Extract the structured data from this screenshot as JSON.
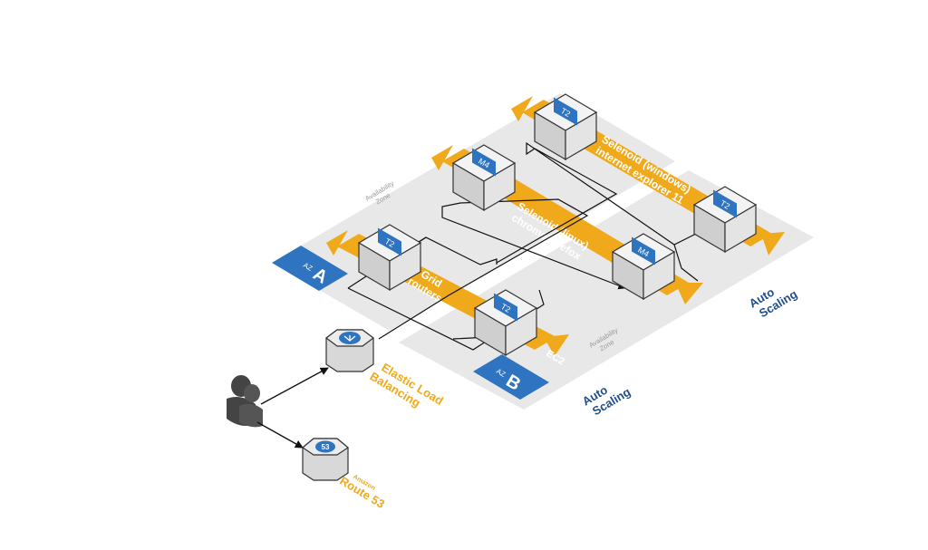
{
  "zones": [
    {
      "badge_prefix": "AZ",
      "badge_letter": "A",
      "caption_line1": "Availability",
      "caption_line2": "Zone"
    },
    {
      "badge_prefix": "AZ",
      "badge_letter": "B",
      "caption_line1": "Availability",
      "caption_line2": "Zone"
    }
  ],
  "bands": {
    "grid": {
      "line1": "Grid",
      "line2": "routers"
    },
    "linux": {
      "line1": "Selenoid (linux)",
      "line2": "chrome, firefox"
    },
    "windows": {
      "line1": "Selenoid (windows)",
      "line2": "internet explorer 11"
    }
  },
  "instances": {
    "grid_a": "T2",
    "grid_b": "T2",
    "linux_a": "M4",
    "linux_b": "M4",
    "windows_a": "T2",
    "windows_b": "T2"
  },
  "ec2_label": "EC2",
  "autoscaling": [
    {
      "line1": "Auto",
      "line2": "Scaling"
    },
    {
      "line1": "Auto",
      "line2": "Scaling"
    }
  ],
  "elb": {
    "line1": "Elastic Load",
    "line2": "Balancing"
  },
  "route53": {
    "icon_text": "53",
    "small": "Amazon",
    "big": "Route 53"
  },
  "colors": {
    "orange": "#f0a91b",
    "blue": "#2f74c0",
    "dark_blue": "#1f4e8c",
    "zone_gray": "#e8e8e8",
    "box_gray": "#dcdcdc"
  }
}
